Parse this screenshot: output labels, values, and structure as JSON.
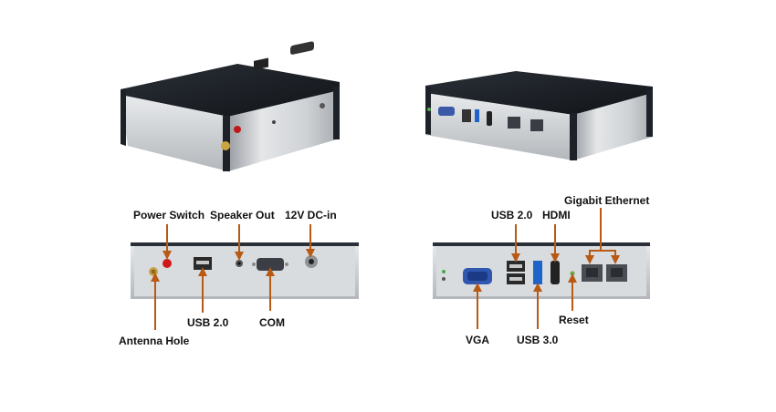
{
  "labels": {
    "left": {
      "power_switch": "Power Switch",
      "speaker_out": "Speaker Out",
      "dc_in": "12V DC-in",
      "antenna_hole": "Antenna Hole",
      "usb20": "USB 2.0",
      "com": "COM"
    },
    "right": {
      "usb20": "USB 2.0",
      "hdmi": "HDMI",
      "gigabit_ethernet": "Gigabit Ethernet",
      "vga": "VGA",
      "usb30": "USB 3.0",
      "reset": "Reset"
    }
  },
  "colors": {
    "arrow": "#b85a14",
    "case_top": "#1d2128",
    "case_side": "#c6c9cd",
    "usb30_blue": "#1e63c8"
  }
}
